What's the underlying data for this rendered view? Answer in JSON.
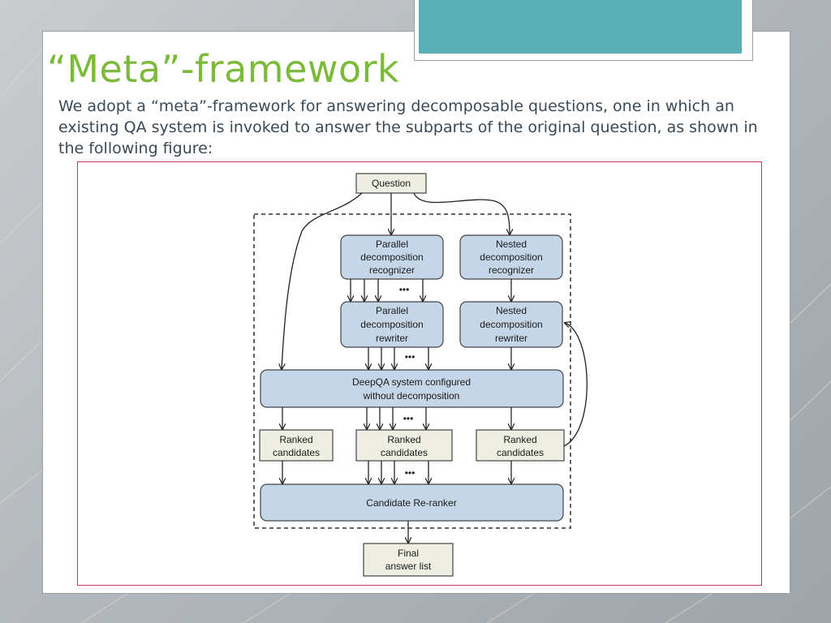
{
  "slide": {
    "title": "“Meta”-framework",
    "body": "We adopt a “meta”-framework for answering decomposable questions, one in which an existing QA system is invoked to answer the subparts of the original question, as shown in the following figure:"
  },
  "diagram": {
    "question": "Question",
    "parallel_recognizer": [
      "Parallel",
      "decomposition",
      "recognizer"
    ],
    "nested_recognizer": [
      "Nested",
      "decomposition",
      "recognizer"
    ],
    "parallel_rewriter": [
      "Parallel",
      "decomposition",
      "rewriter"
    ],
    "nested_rewriter": [
      "Nested",
      "decomposition",
      "rewriter"
    ],
    "deepqa": [
      "DeepQA system configured",
      "without decomposition"
    ],
    "ranked_left": [
      "Ranked",
      "candidates"
    ],
    "ranked_mid": [
      "Ranked",
      "candidates"
    ],
    "ranked_right": [
      "Ranked",
      "candidates"
    ],
    "reranker": "Candidate Re-ranker",
    "final": [
      "Final",
      "answer list"
    ],
    "ellipsis": "•••"
  },
  "colors": {
    "accent": "#5aaeb5",
    "title": "#7dba3a",
    "blue_box": "#c5d6e8",
    "tan_box": "#efeee2",
    "frame": "#c0395a"
  }
}
